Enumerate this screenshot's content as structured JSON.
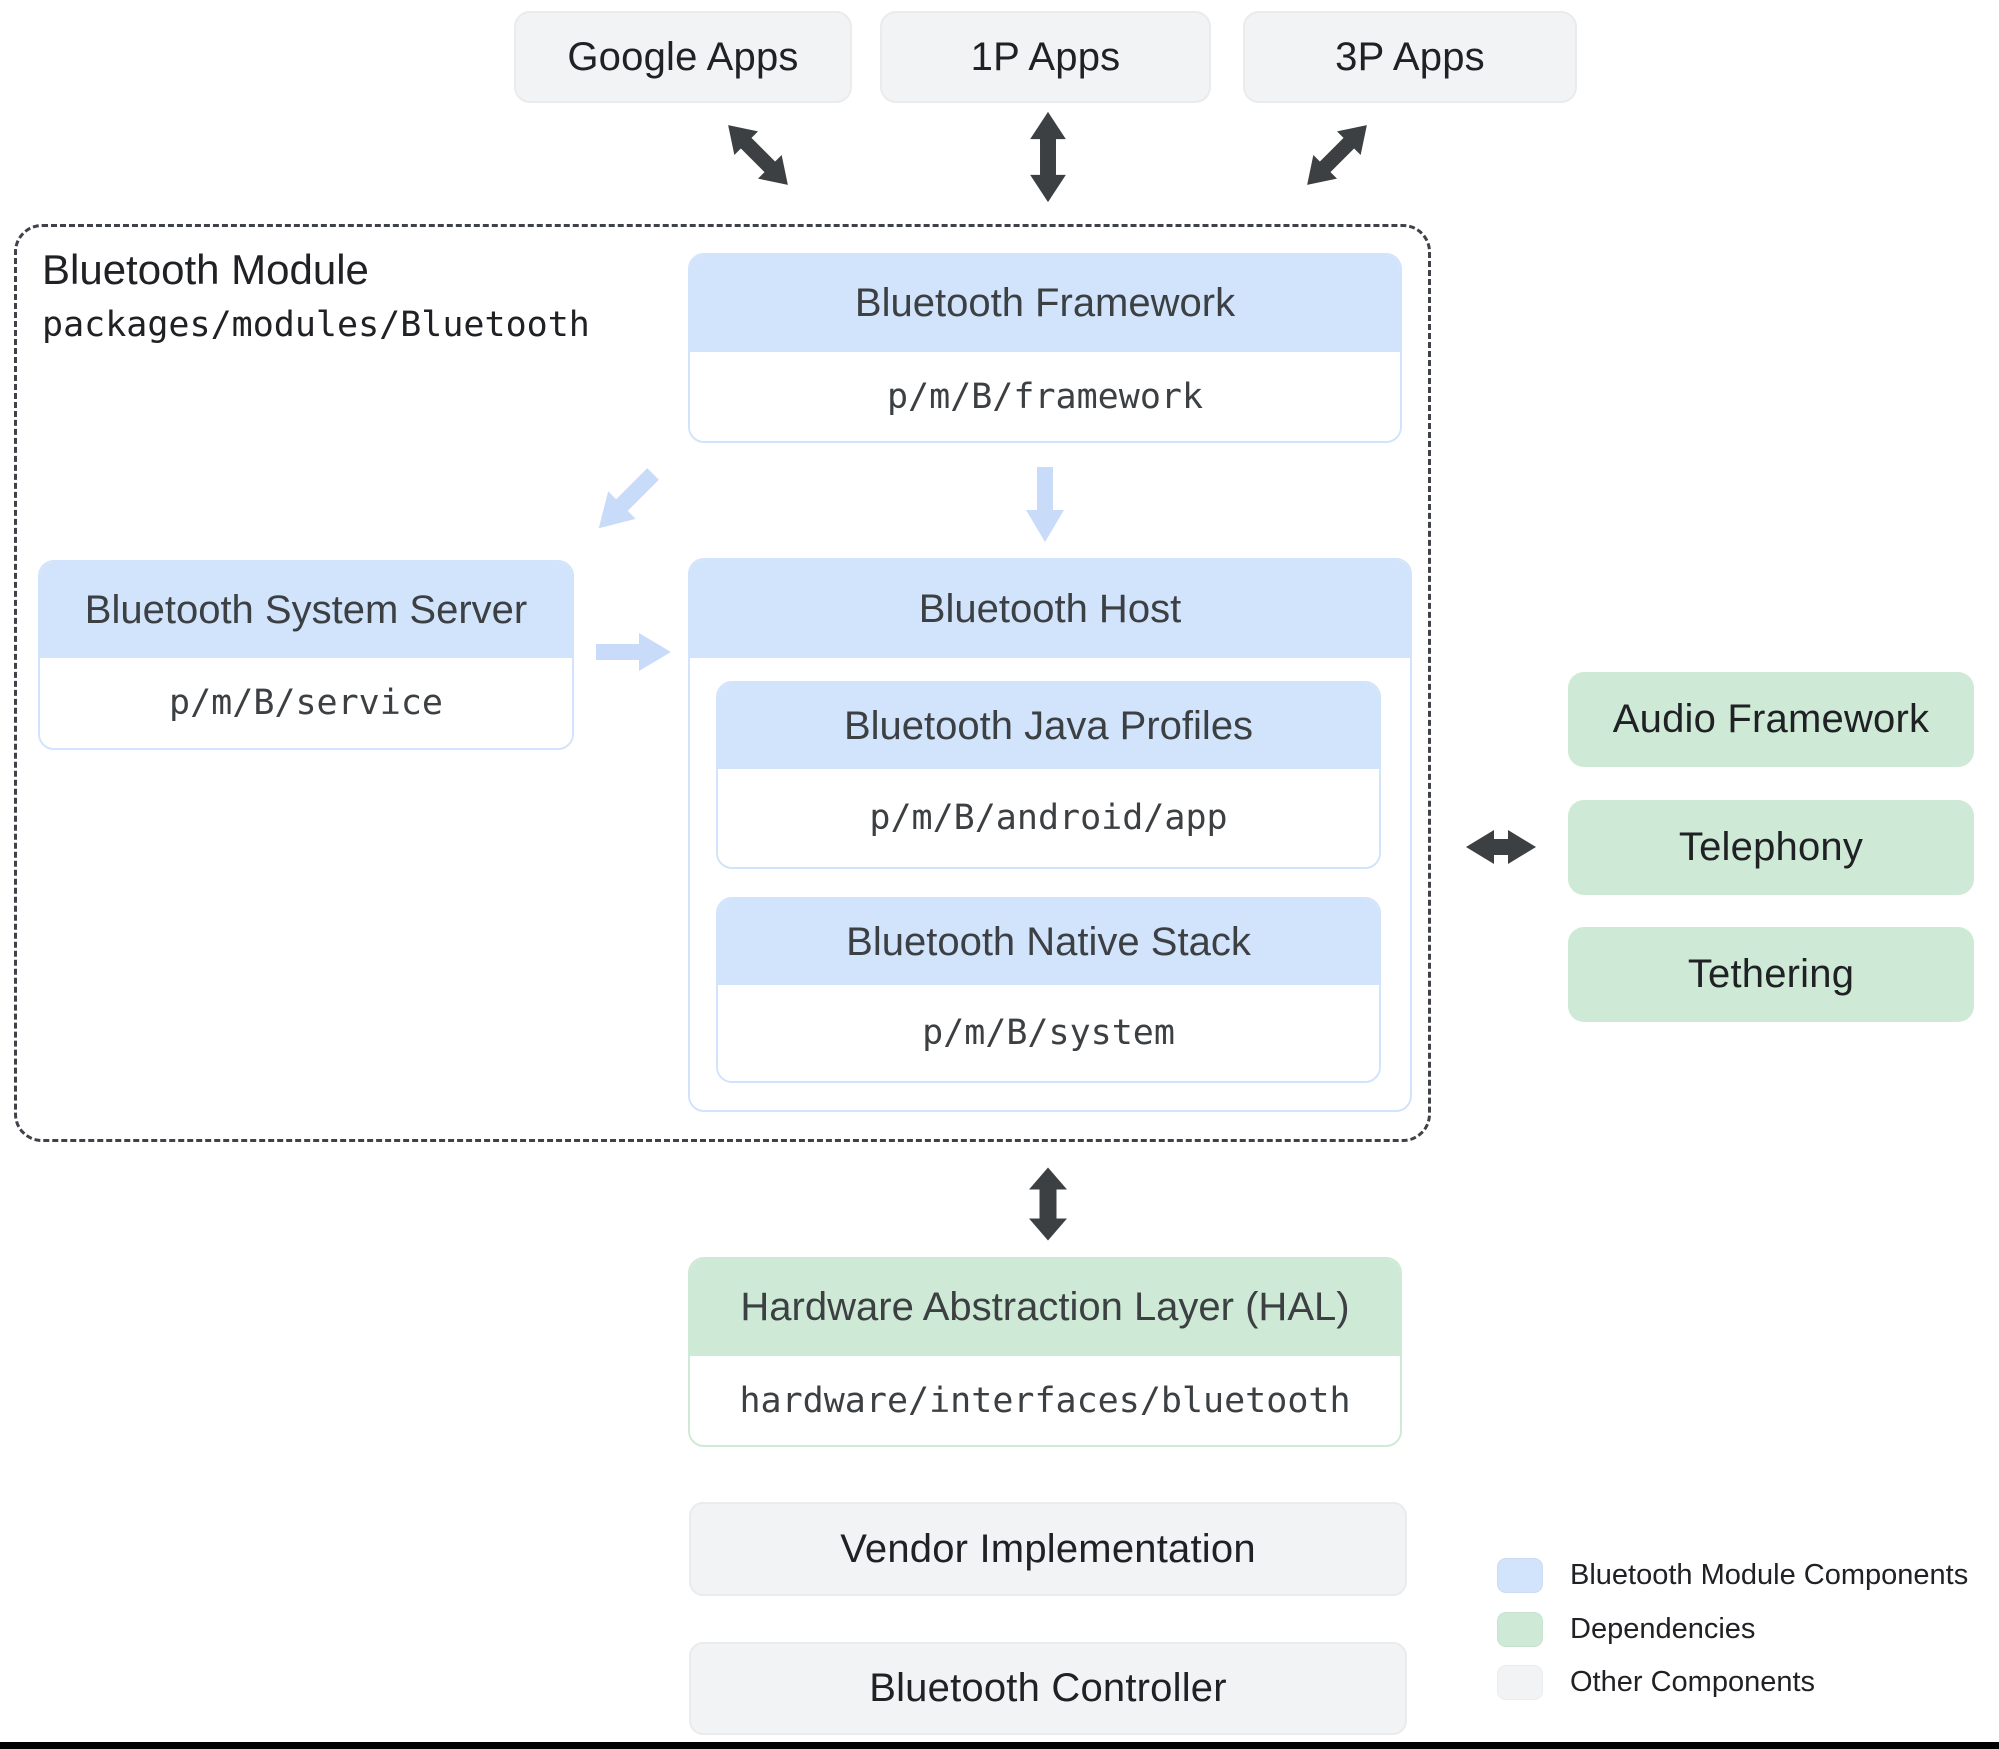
{
  "top_apps": [
    {
      "label": "Google Apps"
    },
    {
      "label": "1P Apps"
    },
    {
      "label": "3P Apps"
    }
  ],
  "bluetooth_module": {
    "title": "Bluetooth Module",
    "path": "packages/modules/Bluetooth",
    "framework": {
      "title": "Bluetooth Framework",
      "path": "p/m/B/framework"
    },
    "system_server": {
      "title": "Bluetooth System Server",
      "path": "p/m/B/service"
    },
    "host": {
      "title": "Bluetooth Host",
      "java_profiles": {
        "title": "Bluetooth Java Profiles",
        "path": "p/m/B/android/app"
      },
      "native_stack": {
        "title": "Bluetooth Native Stack",
        "path": "p/m/B/system"
      }
    }
  },
  "dependencies": [
    {
      "label": "Audio Framework"
    },
    {
      "label": "Telephony"
    },
    {
      "label": "Tethering"
    }
  ],
  "hal": {
    "title": "Hardware Abstraction Layer (HAL)",
    "path": "hardware/interfaces/bluetooth"
  },
  "other_components": [
    {
      "label": "Vendor Implementation"
    },
    {
      "label": "Bluetooth Controller"
    }
  ],
  "legend": [
    {
      "label": "Bluetooth Module Components",
      "color": "#D2E3FC"
    },
    {
      "label": "Dependencies",
      "color": "#CEEAD6"
    },
    {
      "label": "Other Components",
      "color": "#F1F3F4"
    }
  ],
  "palette": {
    "module_accent": "#D2E3FC",
    "dependency_accent": "#CEEAD6",
    "other_fill": "#F1F3F4",
    "arrow_dark": "#3C4043",
    "arrow_light": "#C8DCFA",
    "text_dark": "#202124",
    "header_text": "#3C4043"
  }
}
